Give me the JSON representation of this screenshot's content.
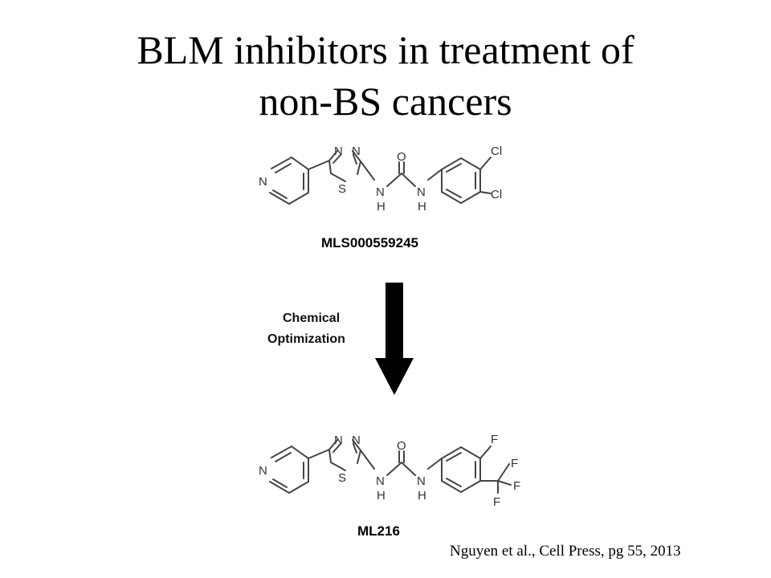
{
  "slide": {
    "title_line1": "BLM inhibitors in treatment of",
    "title_line2": "non-BS cancers",
    "citation": "Nguyen et al., Cell Press, pg 55, 2013"
  },
  "compound_top": {
    "name": "MLS000559245",
    "atoms": {
      "pyridine_n": "N",
      "ring_n1": "N",
      "ring_n2": "N",
      "ring_s": "S",
      "carbonyl_o": "O",
      "amide_n1": "N",
      "amide_h1": "H",
      "amide_n2": "N",
      "amide_h2": "H",
      "sub1": "Cl",
      "sub2": "Cl"
    }
  },
  "compound_bottom": {
    "name": "ML216",
    "atoms": {
      "pyridine_n": "N",
      "ring_n1": "N",
      "ring_n2": "N",
      "ring_s": "S",
      "carbonyl_o": "O",
      "amide_n1": "N",
      "amide_h1": "H",
      "amide_n2": "N",
      "amide_h2": "H",
      "sub1": "F",
      "cf3_f1": "F",
      "cf3_f2": "F",
      "cf3_f3": "F"
    }
  },
  "step": {
    "line1": "Chemical",
    "line2": "Optimization"
  },
  "colors": {
    "arrow": "#000000",
    "text": "#000000",
    "bond": "#444444"
  }
}
